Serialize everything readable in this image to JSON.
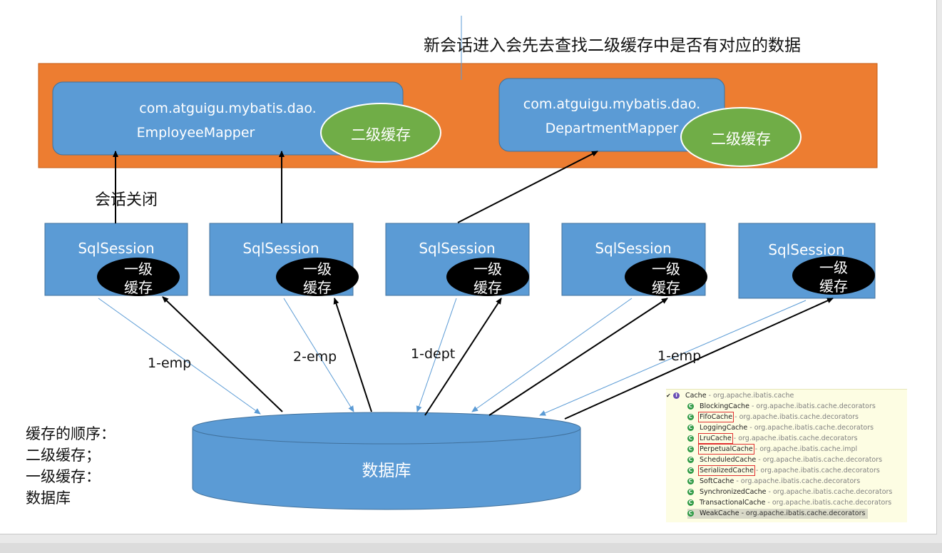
{
  "top_note": "新会话进入会先去查找二级缓存中是否有对应的数据",
  "session_close_note": "会话关闭",
  "mappers": [
    {
      "line1": "com.atguigu.mybatis.dao.",
      "line2": "EmployeeMapper",
      "cache_label": "二级缓存"
    },
    {
      "line1": "com.atguigu.mybatis.dao.",
      "line2": "DepartmentMapper",
      "cache_label": "二级缓存"
    }
  ],
  "sessions": [
    {
      "label": "SqlSession",
      "cache_line1": "一级",
      "cache_line2": "缓存"
    },
    {
      "label": "SqlSession",
      "cache_line1": "一级",
      "cache_line2": "缓存"
    },
    {
      "label": "SqlSession",
      "cache_line1": "一级",
      "cache_line2": "缓存"
    },
    {
      "label": "SqlSession",
      "cache_line1": "一级",
      "cache_line2": "缓存"
    },
    {
      "label": "SqlSession",
      "cache_line1": "一级",
      "cache_line2": "缓存"
    }
  ],
  "query_labels": [
    "1-emp",
    "2-emp",
    "1-dept",
    "1-emp"
  ],
  "database_label": "数据库",
  "cache_order": {
    "title": "缓存的顺序：",
    "steps": [
      "二级缓存；",
      "一级缓存：",
      "数据库"
    ]
  },
  "class_hierarchy": {
    "root": {
      "name": "Cache",
      "package": " - org.apache.ibatis.cache"
    },
    "items": [
      {
        "name": "BlockingCache",
        "package": " - org.apache.ibatis.cache.decorators"
      },
      {
        "name": "FifoCache",
        "package": " - org.apache.ibatis.cache.decorators"
      },
      {
        "name": "LoggingCache",
        "package": " - org.apache.ibatis.cache.decorators"
      },
      {
        "name": "LruCache",
        "package": " - org.apache.ibatis.cache.decorators"
      },
      {
        "name": "PerpetualCache",
        "package": " - org.apache.ibatis.cache.impl"
      },
      {
        "name": "ScheduledCache",
        "package": " - org.apache.ibatis.cache.decorators"
      },
      {
        "name": "SerializedCache",
        "package": " - org.apache.ibatis.cache.decorators"
      },
      {
        "name": "SoftCache",
        "package": " - org.apache.ibatis.cache.decorators"
      },
      {
        "name": "SynchronizedCache",
        "package": " - org.apache.ibatis.cache.decorators"
      },
      {
        "name": "TransactionalCache",
        "package": " - org.apache.ibatis.cache.decorators"
      },
      {
        "name": "WeakCache",
        "package": " - org.apache.ibatis.cache.decorators"
      }
    ],
    "highlighted": [
      "FifoCache",
      "LruCache",
      "SerializedCache"
    ],
    "selected": "WeakCache"
  },
  "colors": {
    "orange": "#ed7d31",
    "blue": "#5b9bd5",
    "green": "#70ad47",
    "black": "#000000",
    "highlight_box": "#e03030"
  }
}
